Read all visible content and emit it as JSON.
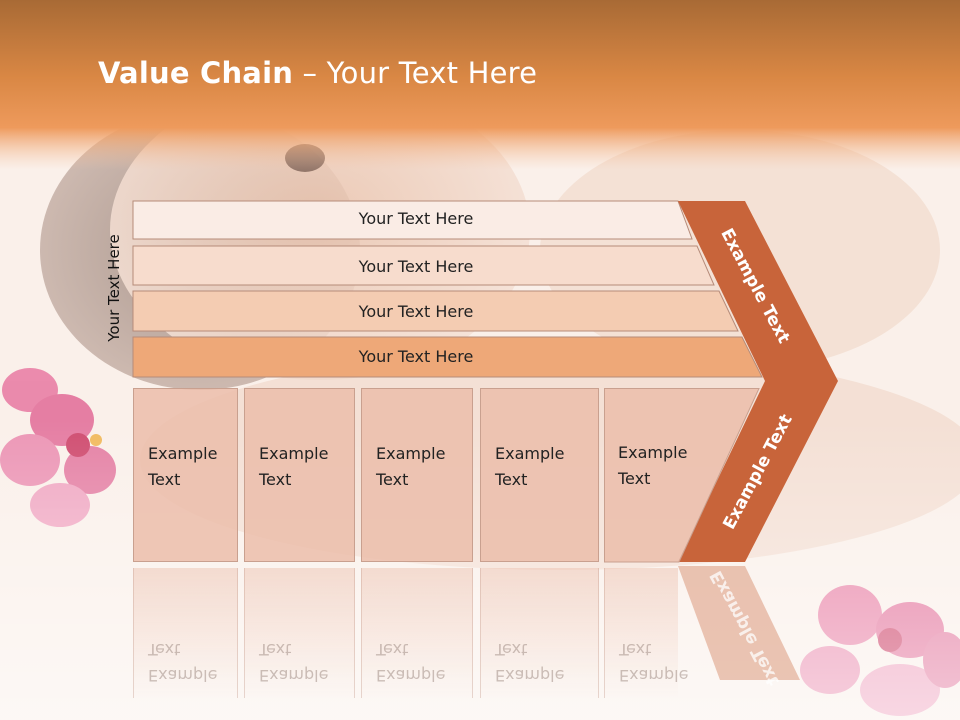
{
  "slide": {
    "title_bold": "Value Chain",
    "title_rest": " – Your Text Here",
    "side_label": "Your Text Here"
  },
  "bars": [
    {
      "label": "Your Text Here"
    },
    {
      "label": "Your Text Here"
    },
    {
      "label": "Your Text Here"
    },
    {
      "label": "Your Text Here"
    }
  ],
  "boxes": [
    {
      "label": "Example\nText"
    },
    {
      "label": "Example\nText"
    },
    {
      "label": "Example\nText"
    },
    {
      "label": "Example\nText"
    },
    {
      "label": "Example\nText"
    }
  ],
  "chevron": {
    "top_label": "Example Text",
    "bottom_label": "Example Text"
  },
  "colors": {
    "header_top": "#a86a35",
    "header_bottom": "#ee9a5c",
    "chevron": "#c8643a",
    "bar1": "#faece5",
    "bar2": "#f7dccd",
    "bar3": "#f4ccb2",
    "bar4": "#eea878",
    "box": "#ebbdaa"
  }
}
